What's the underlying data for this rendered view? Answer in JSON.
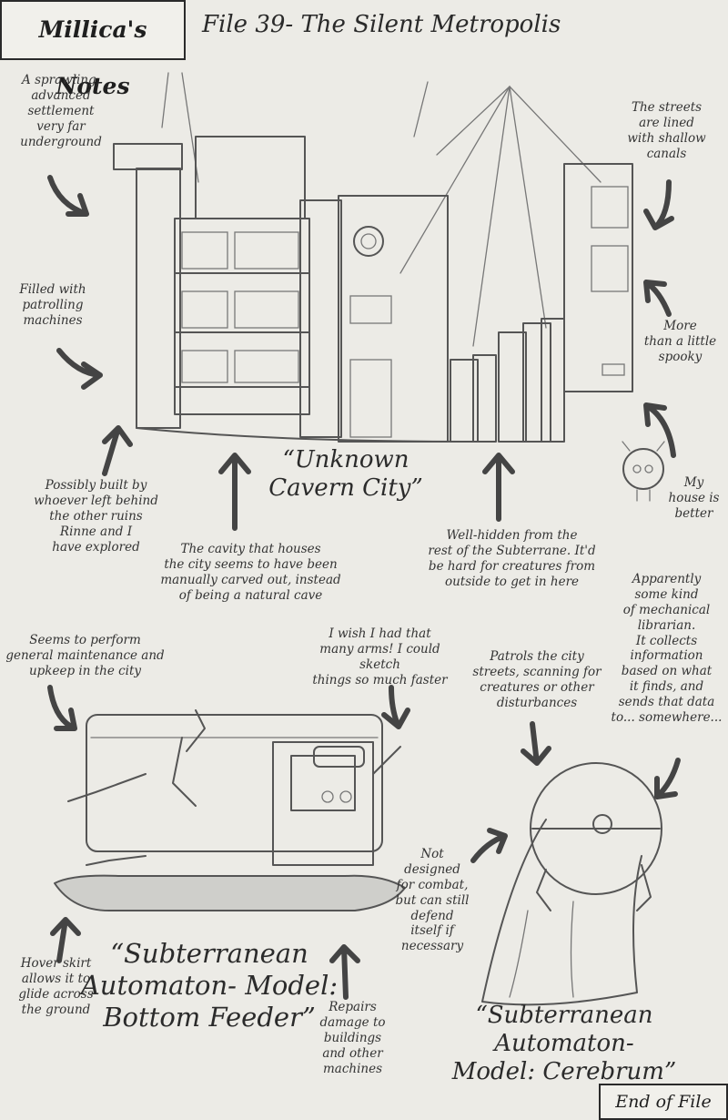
{
  "header": {
    "notebook_title": "Millica's Notes",
    "file_title": "File 39- The Silent Metropolis"
  },
  "city": {
    "name": "“Unknown\nCavern City”",
    "notes": {
      "settlement": "A sprawling,\nadvanced\nsettlement\nvery far\nunderground",
      "patrol": "Filled with\npatrolling\nmachines",
      "built_by": "Possibly built by\nwhoever left behind\nthe other ruins\nRinne and I\nhave explored",
      "cavity": "The cavity that houses\nthe city seems to have been\nmanually carved out, instead\nof being a natural cave",
      "hidden": "Well-hidden from the\nrest of the Subterrane. It'd\nbe hard for creatures from\noutside to get in here",
      "canals": "The streets\nare lined\nwith shallow\ncanals",
      "spooky": "More\nthan a little\nspooky",
      "house": "My\nhouse is\nbetter"
    }
  },
  "bottom_feeder": {
    "name": "“Subterranean\nAutomaton- Model:\nBottom Feeder”",
    "notes": {
      "maintenance": "Seems to perform\ngeneral maintenance and\nupkeep in the city",
      "arms": "I wish I had that\nmany arms! I could sketch\nthings so much faster",
      "hover": "Hover skirt\nallows it to\nglide across\nthe ground",
      "repairs": "Repairs\ndamage to\nbuildings\nand other\nmachines"
    }
  },
  "cerebrum": {
    "name": "“Subterranean Automaton-\nModel: Cerebrum”",
    "notes": {
      "patrols": "Patrols the city\nstreets, scanning for\ncreatures or other\ndisturbances",
      "librarian": "Apparently\nsome kind\nof mechanical\nlibrarian.\nIt collects\ninformation\nbased on what\nit finds, and\nsends that data\nto... somewhere...",
      "combat": "Not\ndesigned\nfor combat,\nbut can still\ndefend\nitself if\nnecessary"
    }
  },
  "footer": {
    "end_label": "End of File"
  }
}
